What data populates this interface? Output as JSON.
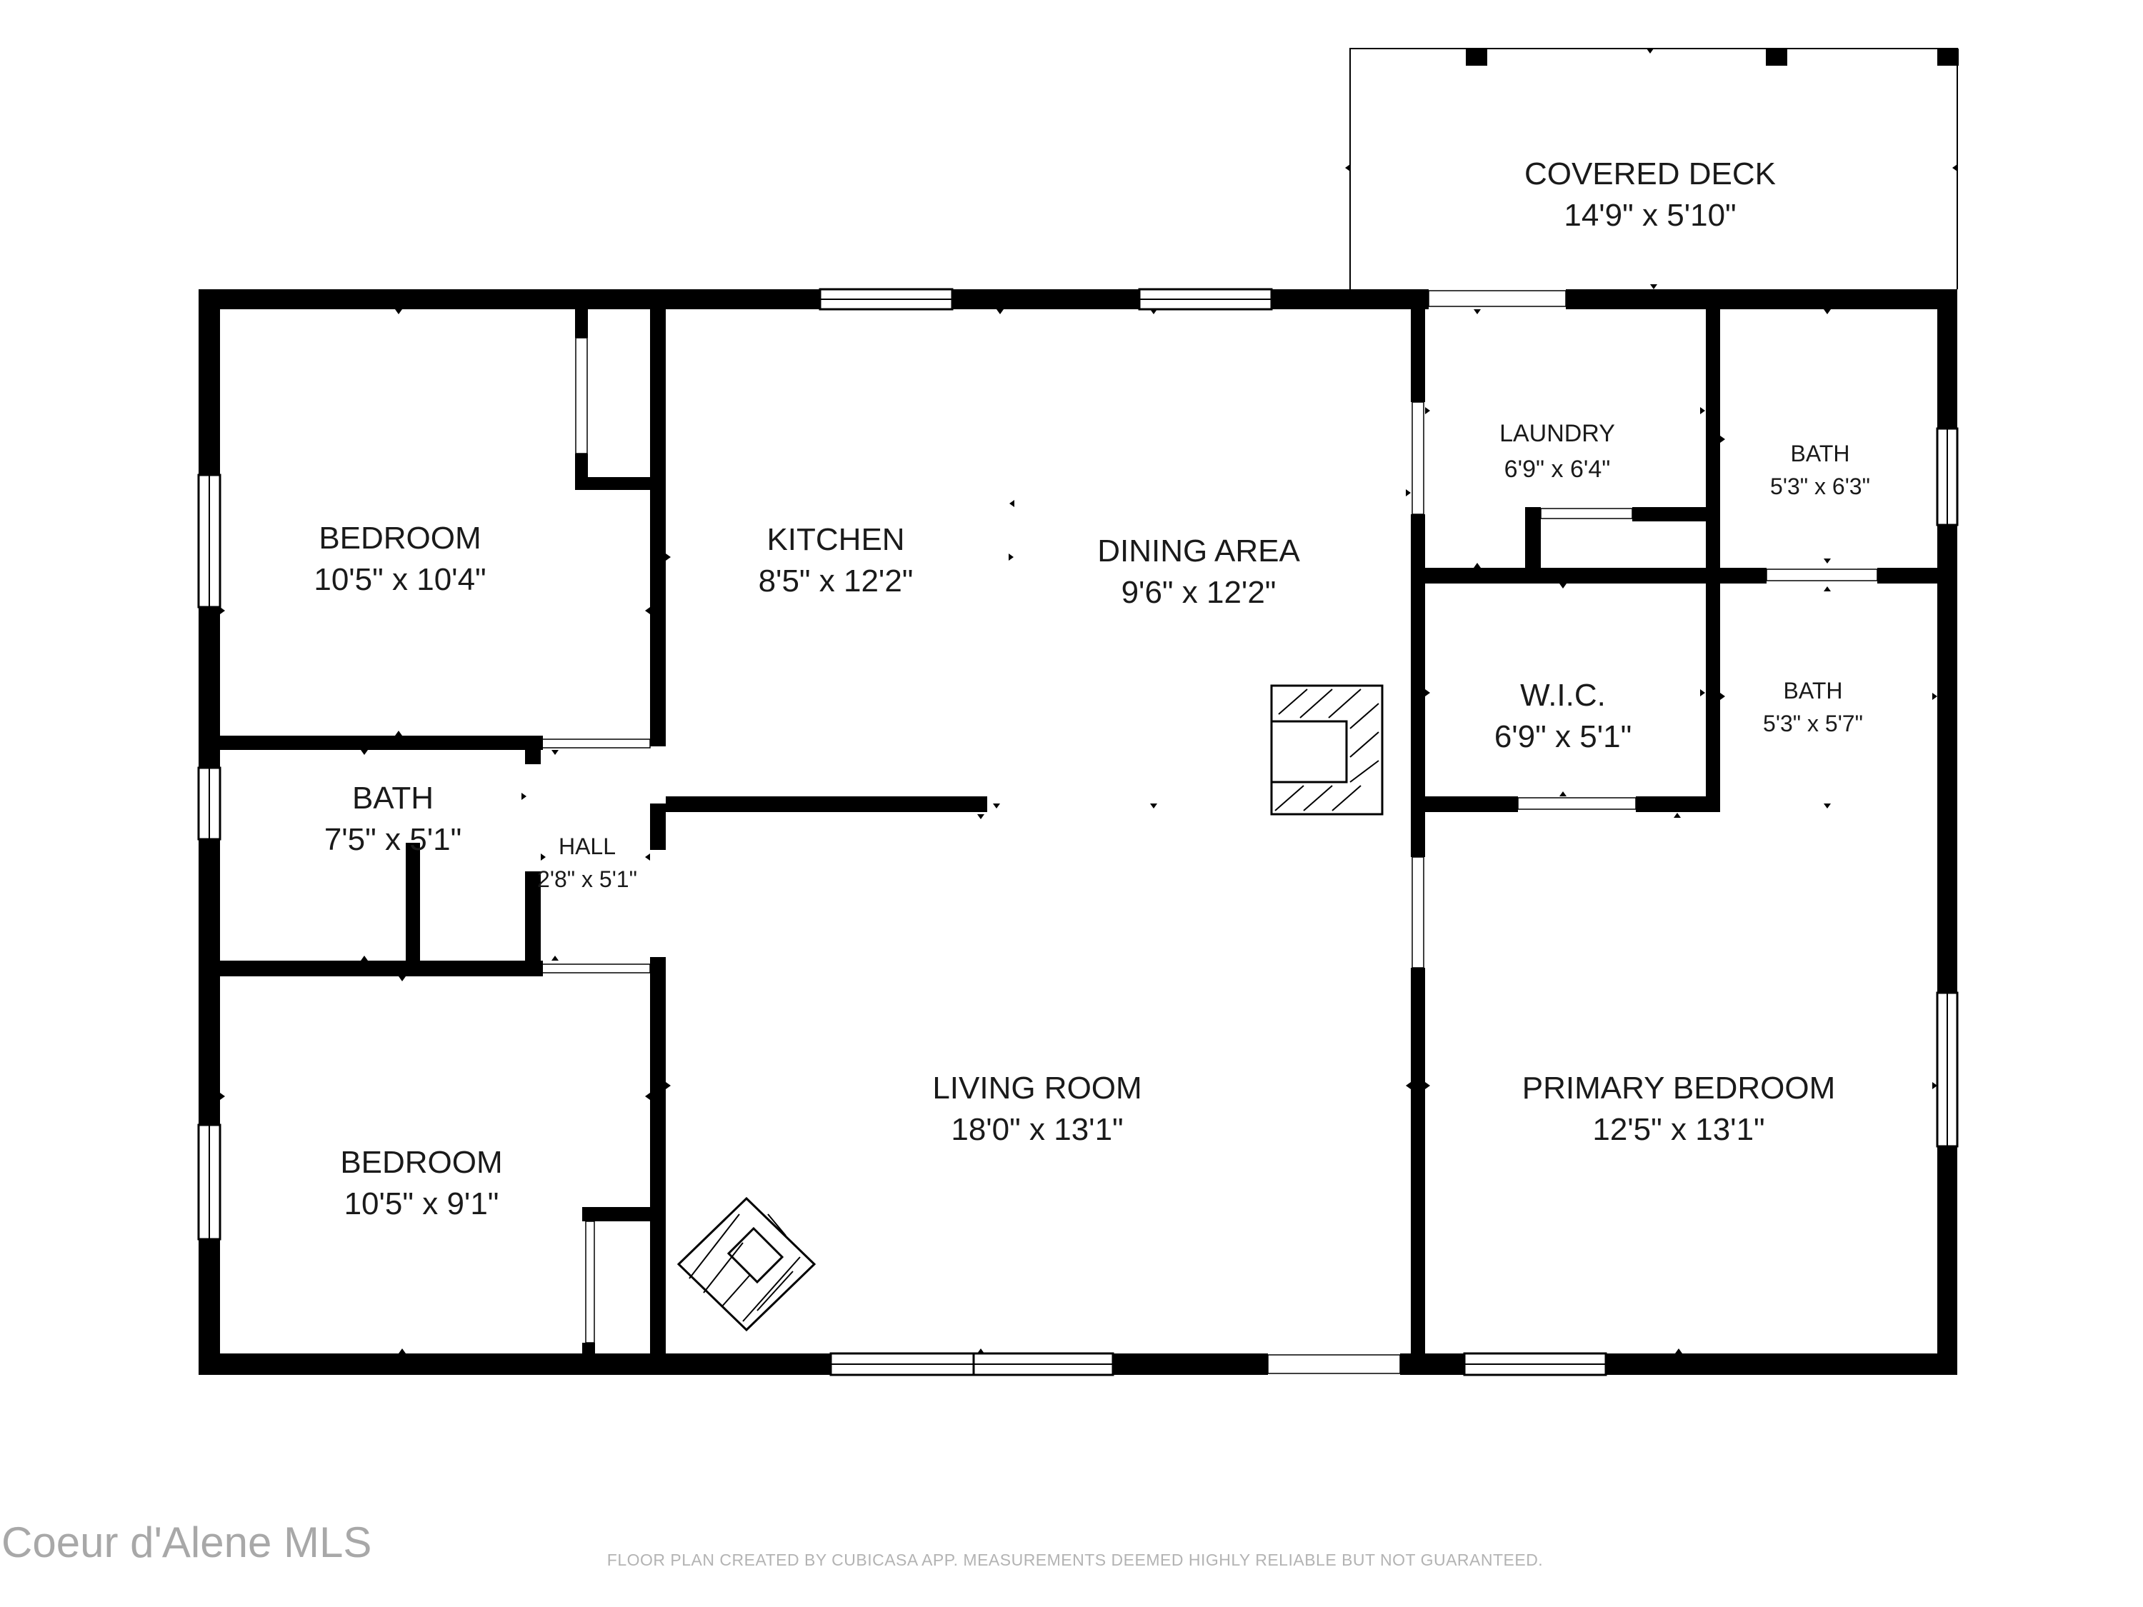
{
  "floor_plan": {
    "rooms": [
      {
        "id": "covered-deck",
        "name": "COVERED DECK",
        "size": "14'9\" x 5'10\""
      },
      {
        "id": "bedroom-1",
        "name": "BEDROOM",
        "size": "10'5\" x 10'4\""
      },
      {
        "id": "kitchen",
        "name": "KITCHEN",
        "size": "8'5\" x 12'2\""
      },
      {
        "id": "dining-area",
        "name": "DINING AREA",
        "size": "9'6\" x 12'2\""
      },
      {
        "id": "laundry",
        "name": "LAUNDRY",
        "size": "6'9\" x 6'4\""
      },
      {
        "id": "bath-3",
        "name": "BATH",
        "size": "5'3\" x 6'3\""
      },
      {
        "id": "bath-1",
        "name": "BATH",
        "size": "7'5\" x 5'1\""
      },
      {
        "id": "hall",
        "name": "HALL",
        "size": "2'8\" x 5'1\""
      },
      {
        "id": "wic",
        "name": "W.I.C.",
        "size": "6'9\" x 5'1\""
      },
      {
        "id": "bath-2",
        "name": "BATH",
        "size": "5'3\" x 5'7\""
      },
      {
        "id": "living-room",
        "name": "LIVING ROOM",
        "size": "18'0\" x 13'1\""
      },
      {
        "id": "primary-bedroom",
        "name": "PRIMARY BEDROOM",
        "size": "12'5\" x 13'1\""
      },
      {
        "id": "bedroom-2",
        "name": "BEDROOM",
        "size": "10'5\" x 9'1\""
      }
    ]
  },
  "watermark": "Coeur d'Alene MLS",
  "footer_note": "FLOOR PLAN CREATED BY CUBICASA APP. MEASUREMENTS DEEMED HIGHLY RELIABLE BUT NOT GUARANTEED."
}
